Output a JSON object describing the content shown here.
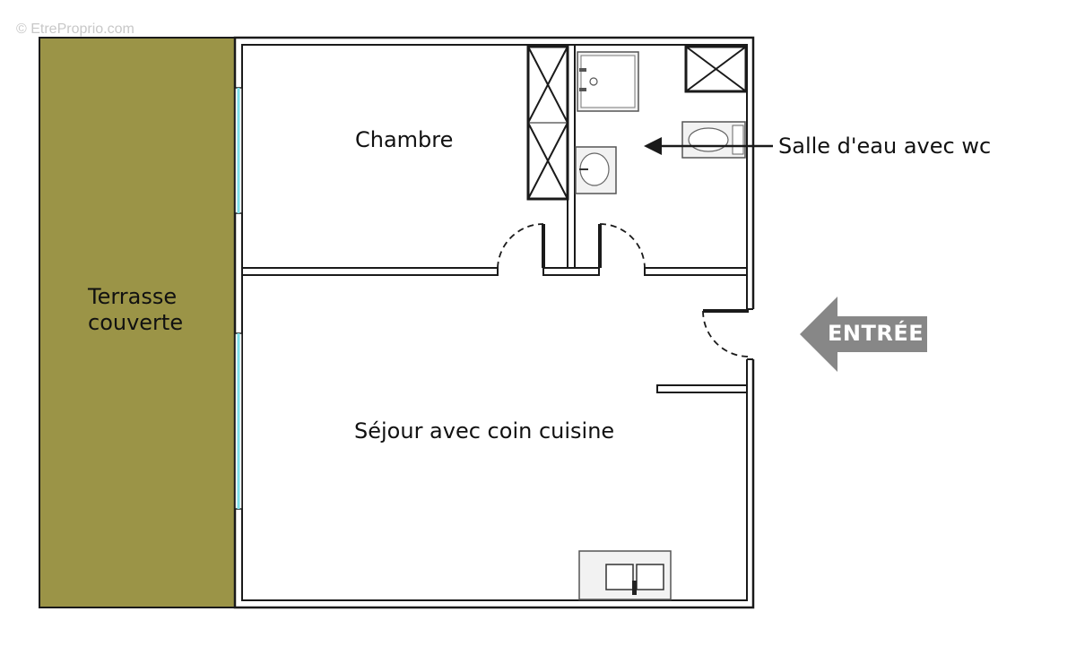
{
  "watermark": "© EtreProprio.com",
  "rooms": {
    "chambre": "Chambre",
    "salle_eau": "Salle d'eau avec wc",
    "terrasse_line1": "Terrasse",
    "terrasse_line2": "couverte",
    "sejour": "Séjour avec coin cuisine"
  },
  "entrance_label": "ENTRÉE",
  "colors": {
    "terrace": "#9b9447",
    "window": "#7ce0ea",
    "arrow": "#878787",
    "wall": "#1a1a1a"
  }
}
